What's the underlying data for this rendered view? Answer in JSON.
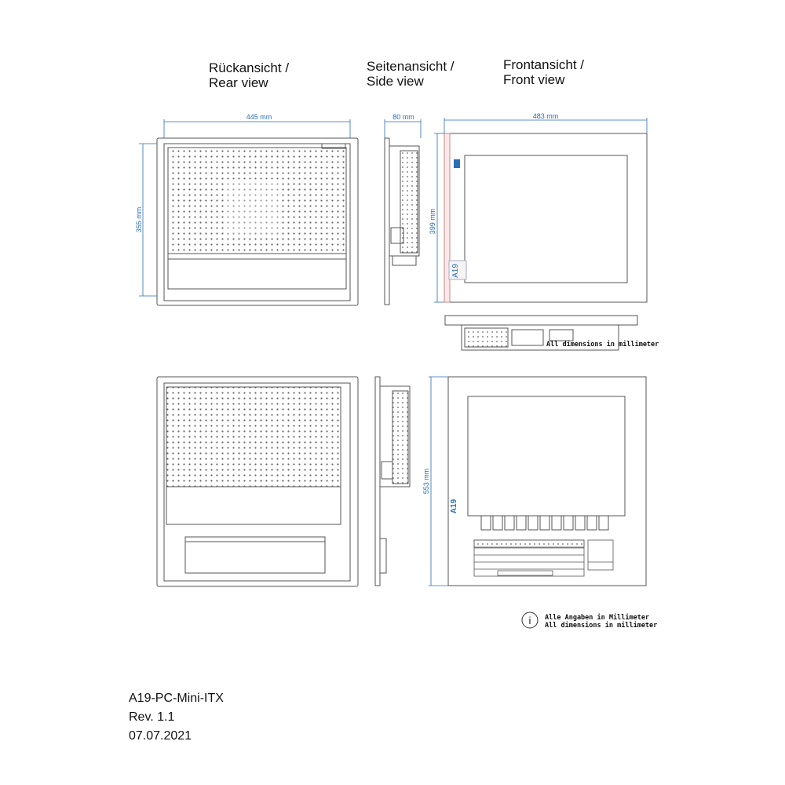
{
  "headers": {
    "rear": "Rückansicht /\nRear view",
    "side": "Seitenansicht /\nSide view",
    "front": "Frontansicht /\nFront view"
  },
  "dimensions": {
    "rear_width": "445 mm",
    "rear_height": "355 mm",
    "side_depth": "80 mm",
    "front_width": "483 mm",
    "front_height": "399 mm",
    "front_height_large": "553 mm"
  },
  "panel_label": "A19",
  "notes": {
    "small_overlay": "All dimensions in millimeter",
    "info_icon": "i",
    "bottom": "Alle Angaben in Millimeter\nAll dimensions in millimeter"
  },
  "footer": {
    "model": "A19-PC-Mini-ITX",
    "revision": "Rev. 1.1",
    "date": "07.07.2021"
  },
  "colors": {
    "dimension": "#2a6db5",
    "drawing": "#555555",
    "label_bg": "#f4f4f4"
  }
}
